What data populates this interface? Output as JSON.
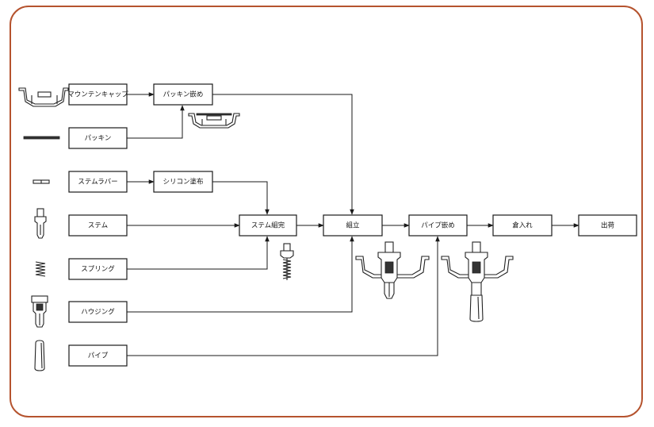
{
  "diagram": {
    "nodes": {
      "mountain_cap": "マウンテンキャップ",
      "packing": "パッキン",
      "stem_rubber": "ステムラバー",
      "stem": "ステム",
      "spring": "スプリング",
      "housing": "ハウジング",
      "pipe": "パイプ",
      "packing_fit": "パッキン嵌め",
      "silicone_coat": "シリコン塗布",
      "stem_assembly": "ステム組完",
      "assembly": "組立",
      "pipe_fit": "パイプ嵌め",
      "warehousing": "倉入れ",
      "shipping": "出荷"
    },
    "edges": [
      [
        "mountain_cap",
        "packing_fit"
      ],
      [
        "packing",
        "packing_fit"
      ],
      [
        "stem_rubber",
        "silicone_coat"
      ],
      [
        "silicone_coat",
        "stem_assembly"
      ],
      [
        "stem",
        "stem_assembly"
      ],
      [
        "spring",
        "stem_assembly"
      ],
      [
        "packing_fit",
        "assembly"
      ],
      [
        "stem_assembly",
        "assembly"
      ],
      [
        "housing",
        "assembly"
      ],
      [
        "assembly",
        "pipe_fit"
      ],
      [
        "pipe",
        "pipe_fit"
      ],
      [
        "pipe_fit",
        "warehousing"
      ],
      [
        "warehousing",
        "shipping"
      ]
    ],
    "part_images": [
      "mountain-cap-icon",
      "packing-strip-icon",
      "stem-rubber-icon",
      "stem-icon",
      "spring-icon",
      "housing-icon",
      "pipe-icon",
      "capped-packing-icon",
      "stem-with-spring-icon",
      "assembled-unit-icon",
      "unit-with-pipe-icon"
    ],
    "colors": {
      "frame": "#b5532e",
      "line": "#1a1a1a"
    }
  }
}
